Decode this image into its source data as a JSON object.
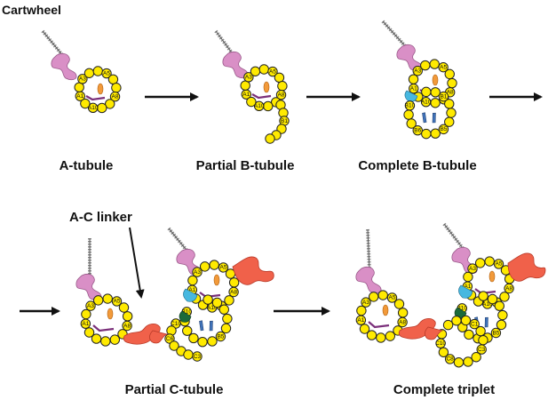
{
  "labels": {
    "cartwheel": "Cartwheel",
    "a_tubule": "A-tubule",
    "partial_b": "Partial B-tubule",
    "complete_b": "Complete B-tubule",
    "ac_linker": "A-C linker",
    "partial_c": "Partial C-tubule",
    "complete_triplet": "Complete triplet"
  },
  "protofilament_labels": {
    "A": [
      "A1",
      "A3",
      "A5",
      "A8",
      "A10"
    ],
    "B": [
      "B1",
      "B5",
      "B6",
      "B10"
    ],
    "C": [
      "C1",
      "C3",
      "C6",
      "C8",
      "C10"
    ]
  },
  "colors": {
    "tubulin": "#ffea00",
    "tubulin_outline": "#222222",
    "cartwheel_spoke": "#8c8c8c",
    "pinhead": "#d98fc6",
    "mip_orange": "#f29a3a",
    "mip_purple": "#7a2f7a",
    "mip_blue": "#3f72b8",
    "mip_cyan": "#47b8e0",
    "mip_green": "#1a6a3a",
    "ac_linker": "#f0614a",
    "arrow": "#111111"
  },
  "stages": [
    {
      "name": "a-tubule",
      "label_key": "a_tubule"
    },
    {
      "name": "partial-b-tubule",
      "label_key": "partial_b"
    },
    {
      "name": "complete-b-tubule",
      "label_key": "complete_b"
    },
    {
      "name": "partial-c-tubule",
      "label_key": "partial_c"
    },
    {
      "name": "complete-triplet",
      "label_key": "complete_triplet"
    }
  ]
}
